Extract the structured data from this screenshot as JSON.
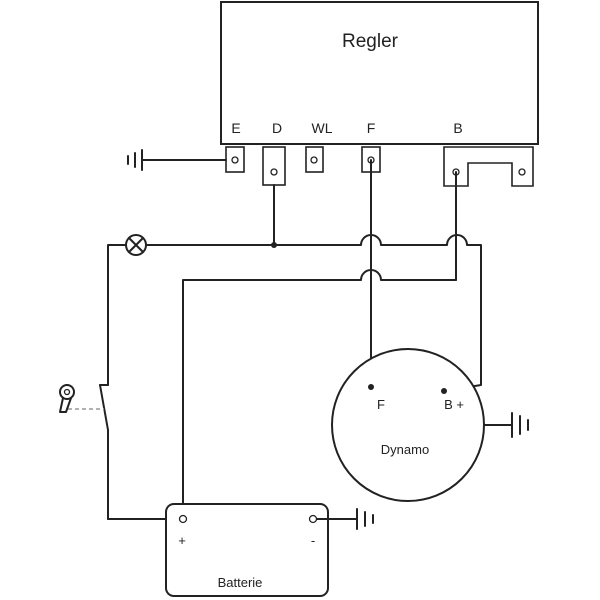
{
  "regler": {
    "title": "Regler",
    "terminals": [
      "E",
      "D",
      "WL",
      "F",
      "B"
    ]
  },
  "dynamo": {
    "title": "Dynamo",
    "terminal_f": "F",
    "terminal_b": "B +"
  },
  "batterie": {
    "title": "Batterie",
    "plus": "+",
    "minus": "-"
  }
}
